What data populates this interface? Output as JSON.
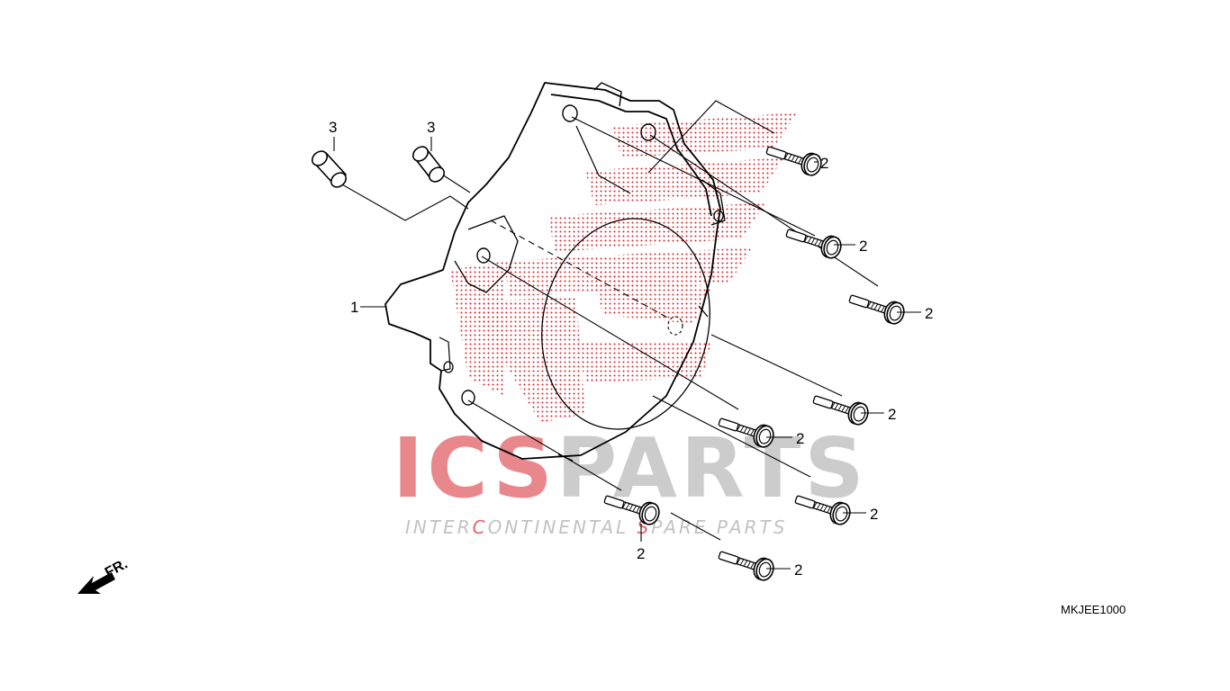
{
  "diagram": {
    "part_code": "MKJEE1000",
    "direction_label": "FR.",
    "callouts": {
      "cover": "1",
      "bolt": "2",
      "dowel": "3"
    }
  },
  "watermark": {
    "brand_prefix": "ICS",
    "brand_suffix": "PARTS",
    "tagline_prefix": "INTER",
    "tagline_c1": "C",
    "tagline_mid": "ONTINENTAL ",
    "tagline_s": "S",
    "tagline_end": "PARE PARTS",
    "accent_color": "#d7262e",
    "gray_color": "#9a9a9a"
  }
}
